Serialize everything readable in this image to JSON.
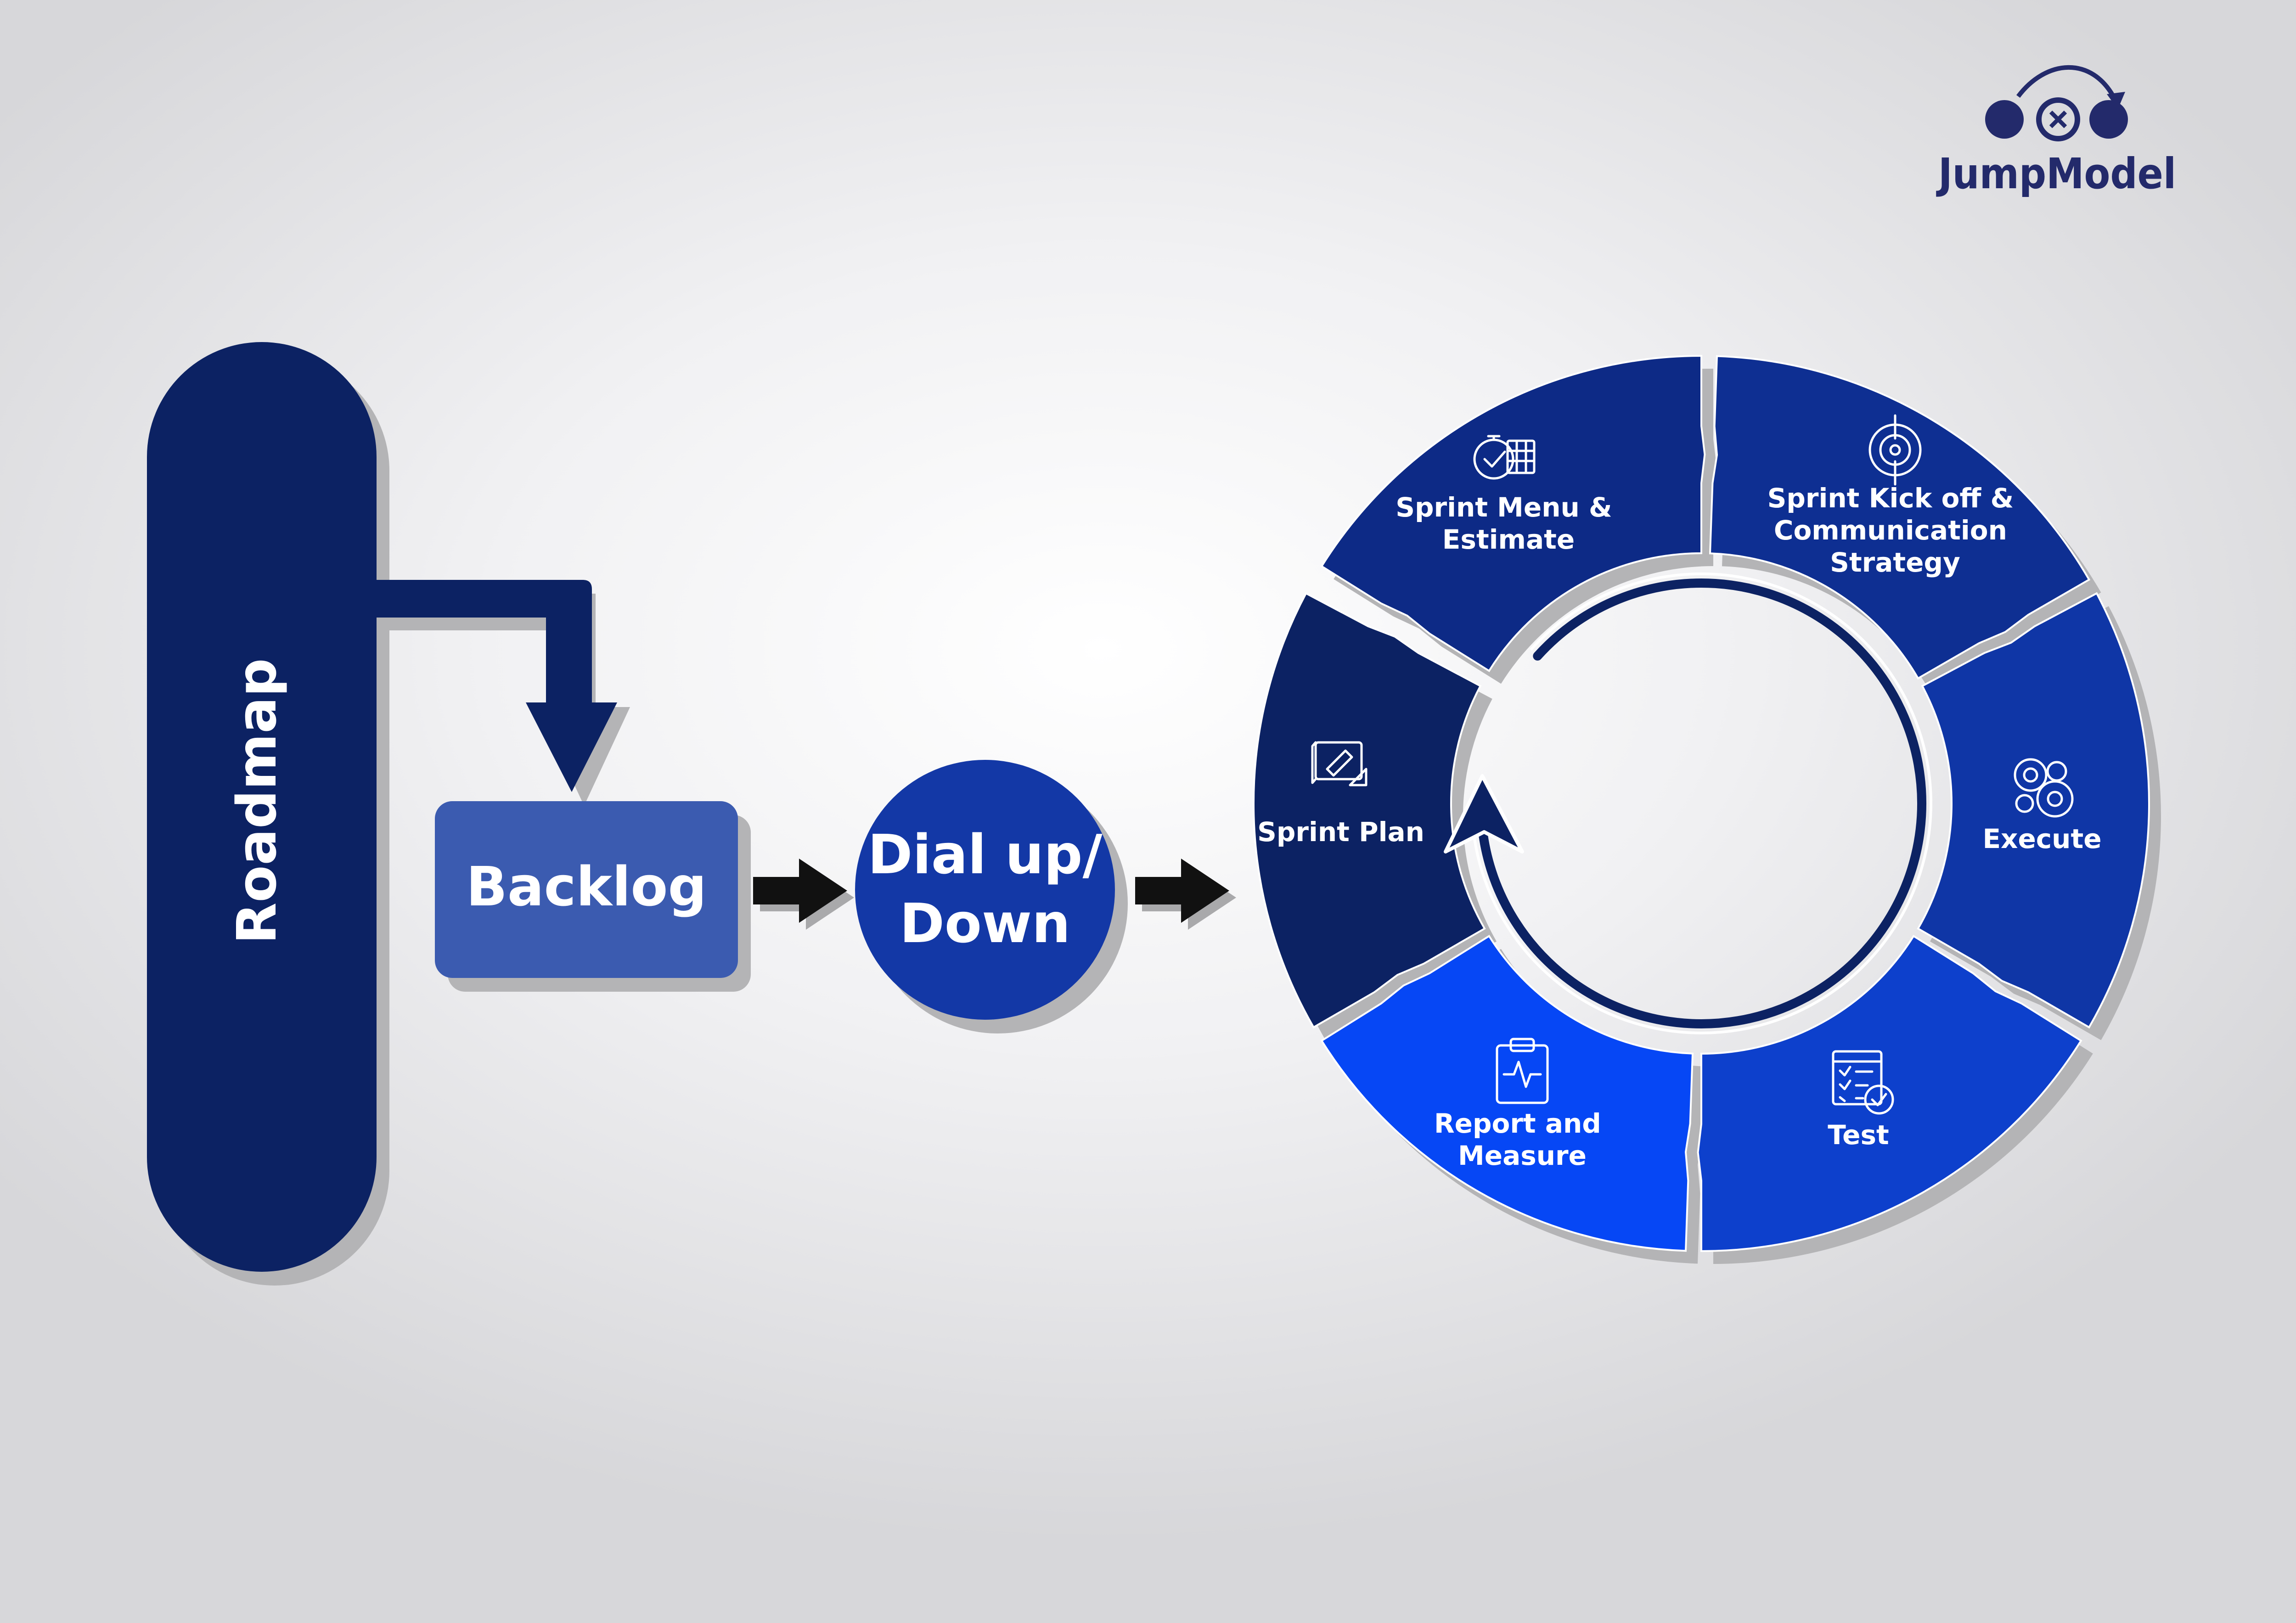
{
  "logo": {
    "name": "JumpModel"
  },
  "flow": {
    "roadmap": "Roadmap",
    "backlog": "Backlog",
    "dial": [
      "Dial up/",
      "Down"
    ]
  },
  "cycle": {
    "segments": [
      {
        "id": "sprint-plan",
        "lines": [
          "Sprint Plan"
        ],
        "color": "#0c2263",
        "icon": "blueprint-icon"
      },
      {
        "id": "sprint-menu",
        "lines": [
          "Sprint Menu &",
          "Estimate"
        ],
        "color": "#0d2a86",
        "icon": "stopwatch-calendar-icon"
      },
      {
        "id": "sprint-kickoff",
        "lines": [
          "Sprint Kick off &",
          "Communication",
          "Strategy"
        ],
        "color": "#0e2f92",
        "icon": "target-icon"
      },
      {
        "id": "execute",
        "lines": [
          "Execute"
        ],
        "color": "#0f36a6",
        "icon": "gears-icon"
      },
      {
        "id": "test",
        "lines": [
          "Test"
        ],
        "color": "#0d40cc",
        "icon": "checklist-icon"
      },
      {
        "id": "report",
        "lines": [
          "Report and",
          "Measure"
        ],
        "color": "#0647f5",
        "icon": "clipboard-chart-icon"
      }
    ]
  },
  "colors": {
    "roadmap": "#0c2263",
    "backlog": "#3b5bb0",
    "dial": "#1338a6",
    "flow_arrow": "#16234f",
    "connector_arrow": "#111111",
    "return_arrow": "#0c2263",
    "shadow": "#b4b4b6"
  }
}
